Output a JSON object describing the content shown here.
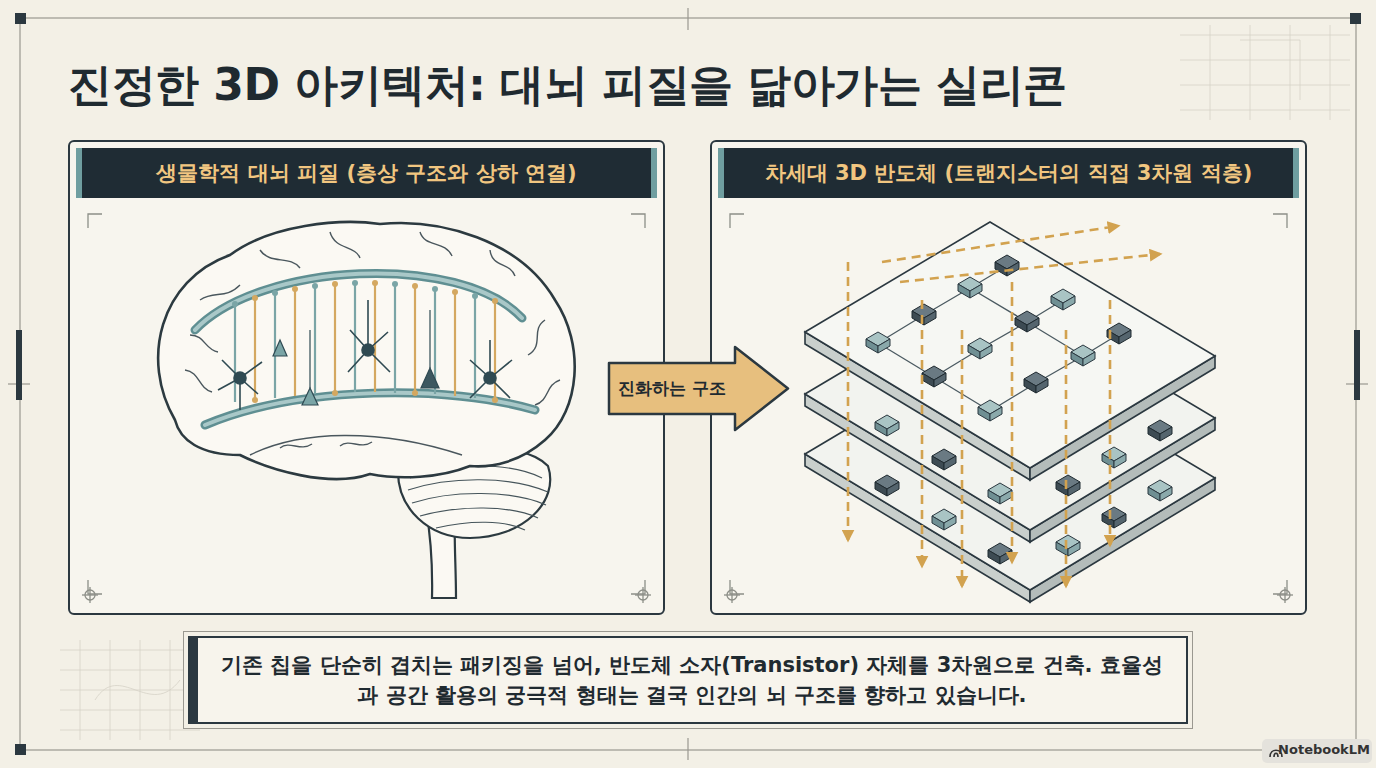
{
  "diagram": {
    "title": "진정한 3D 아키텍처: 대뇌 피질을 닮아가는 실리콘",
    "nodes": [
      {
        "text": [
          "생물학적 대뇌 피질 (층상 구조와 상하 연결)"
        ]
      },
      {
        "text": [
          "차세대 3D 반도체 (트랜지스터의 직접 3차원 적층)"
        ]
      },
      {
        "text": [
          "진화하는 구조"
        ]
      },
      {
        "text": [
          "기존 칩을 단순히 겹치는 패키징을 넘어, 반도체 소자(Transistor) 자체를 3차원으로 건축. 효율성과 공간 활용의 궁극적 형태는 결국 인간의 뇌 구조를 향하고 있습니다."
        ]
      }
    ],
    "labels": [
      "NotebookLM"
    ]
  }
}
